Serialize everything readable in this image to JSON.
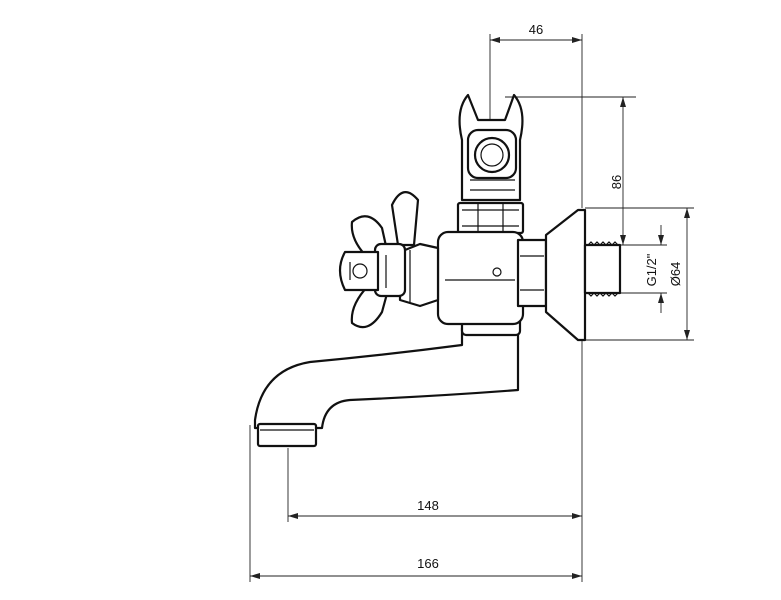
{
  "dimensions": {
    "top_width": "46",
    "hook_height": "86",
    "thread": "G1/2\"",
    "flange_diameter": "Ø64",
    "spout_reach": "148",
    "total_length": "166"
  },
  "colors": {
    "line": "#111111",
    "background": "#ffffff"
  }
}
